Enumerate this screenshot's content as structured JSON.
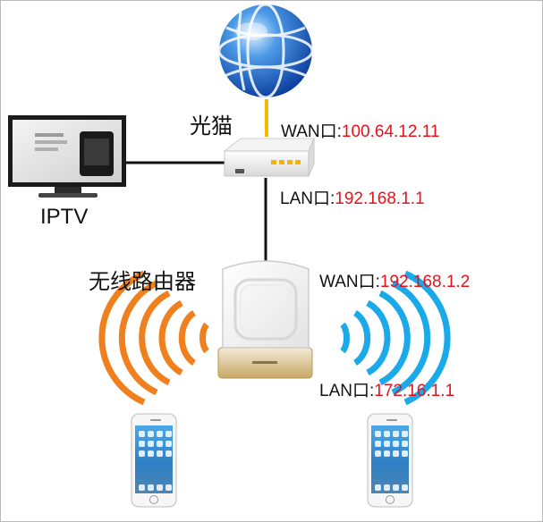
{
  "labels": {
    "modem": "光猫",
    "iptv": "IPTV",
    "router": "无线路由器"
  },
  "ports": {
    "modem_wan": {
      "prefix": "WAN口:",
      "ip": "100.64.12.11"
    },
    "modem_lan": {
      "prefix": "LAN口:",
      "ip": "192.168.1.1"
    },
    "router_wan": {
      "prefix": "WAN口:",
      "ip": "192.168.1.2"
    },
    "router_lan": {
      "prefix": "LAN口:",
      "ip": "172.16.1.1"
    }
  },
  "colors": {
    "ip_text": "#e8111a",
    "wifi_left": "#f07f1e",
    "wifi_right": "#1aa9e9",
    "wan_link": "#f5b800",
    "cable": "#111111"
  },
  "icons": [
    "globe-icon",
    "tv-icon",
    "modem-icon",
    "router-icon",
    "phone-icon"
  ]
}
